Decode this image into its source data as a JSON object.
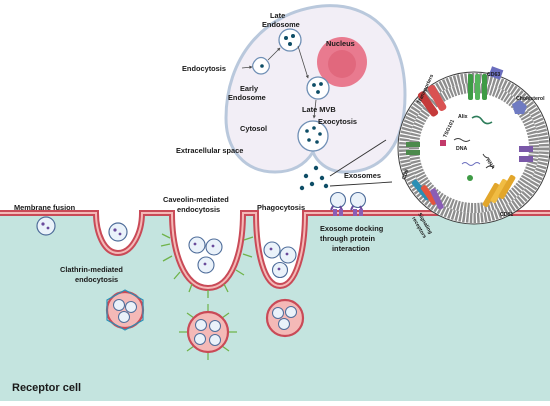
{
  "labels": {
    "late_endosome_1": "Late",
    "late_endosome_2": "Endosome",
    "nucleus": "Nucleus",
    "endocytosis": "Endocytosis",
    "early_endosome_1": "Early",
    "early_endosome_2": "Endosome",
    "late_mvb": "Late MVB",
    "exocytosis": "Exocytosis",
    "cytosol": "Cytosol",
    "extracellular_space": "Extracellular space",
    "exosomes": "Exosomes",
    "membrane_fusion": "Membrane fusion",
    "caveolin_1": "Caveolin-mediated",
    "caveolin_2": "endocytosis",
    "phagocytosis": "Phagocytosis",
    "docking_1": "Exosome docking",
    "docking_2": "through protein",
    "docking_3": "interaction",
    "clathrin_1": "Clathrin-mediated",
    "clathrin_2": "endocytosis",
    "receptor_cell": "Receptor cell"
  },
  "exosome_labels": {
    "transporters": "Transporters",
    "cd63": "CD63",
    "cholesterol": "Cholesterol",
    "alix": "Alix",
    "tsg101": "TSG101",
    "dna": "DNA",
    "rna": "RNA",
    "cd9": "CD9",
    "signaling_1": "Signaling",
    "signaling_2": "receptors",
    "cd81": "CD81"
  },
  "colors": {
    "cell_fill": "#f2eef6",
    "cell_border": "#b9c8dc",
    "nucleus": "#e97a8f",
    "receptor_fill": "#c4e4df",
    "membrane": "#c94a57",
    "membrane_inner": "#f4b9b7",
    "vesicle_dot": "#0e4d66",
    "exosome_ring": "#3d3d3d"
  }
}
